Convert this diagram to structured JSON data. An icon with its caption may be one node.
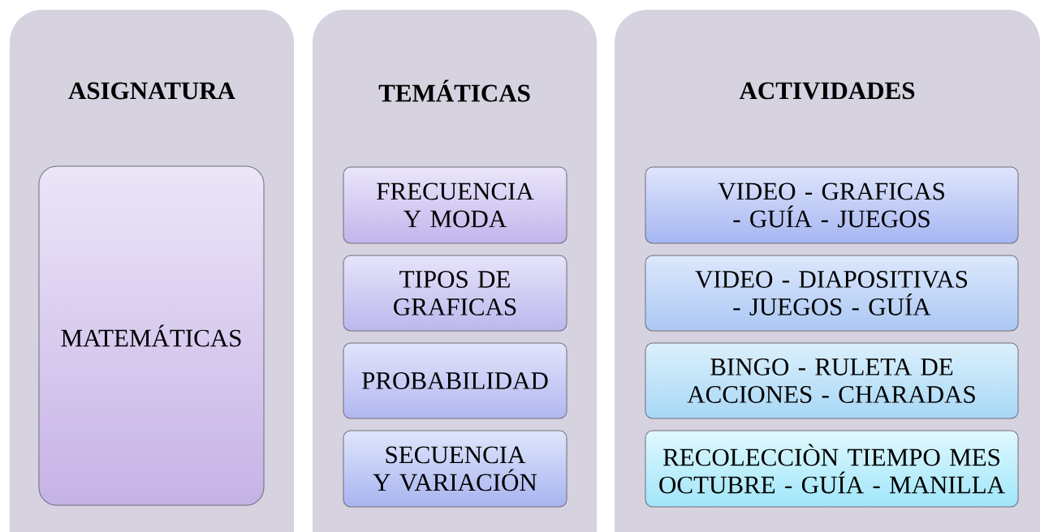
{
  "diagram": {
    "nodes": [
      {
        "text": [
          "ASIGNATURA"
        ]
      },
      {
        "text": [
          "MATEMÁTICAS"
        ],
        "in": 0
      },
      {
        "text": [
          "TEMÁTICAS"
        ]
      },
      {
        "text": [
          "FRECUENCIA Y MODA"
        ],
        "in": 2
      },
      {
        "text": [
          "TIPOS DE GRAFICAS"
        ],
        "in": 2
      },
      {
        "text": [
          "PROBABILIDAD"
        ],
        "in": 2
      },
      {
        "text": [
          "SECUENCIA Y VARIACIÓN"
        ],
        "in": 2
      },
      {
        "text": [
          "ACTIVIDADES"
        ]
      },
      {
        "text": [
          "VIDEO - GRAFICAS - GUÍA - JUEGOS"
        ],
        "in": 7
      },
      {
        "text": [
          "VIDEO - DIAPOSITIVAS - JUEGOS - GUÍA"
        ],
        "in": 7
      },
      {
        "text": [
          "BINGO - RULETA DE ACCIONES - CHARADAS"
        ],
        "in": 7
      },
      {
        "text": [
          "RECOLECCIÒN TIEMPO MES OCTUBRE -  GUÍA - MANILLA"
        ],
        "in": 7
      }
    ]
  }
}
